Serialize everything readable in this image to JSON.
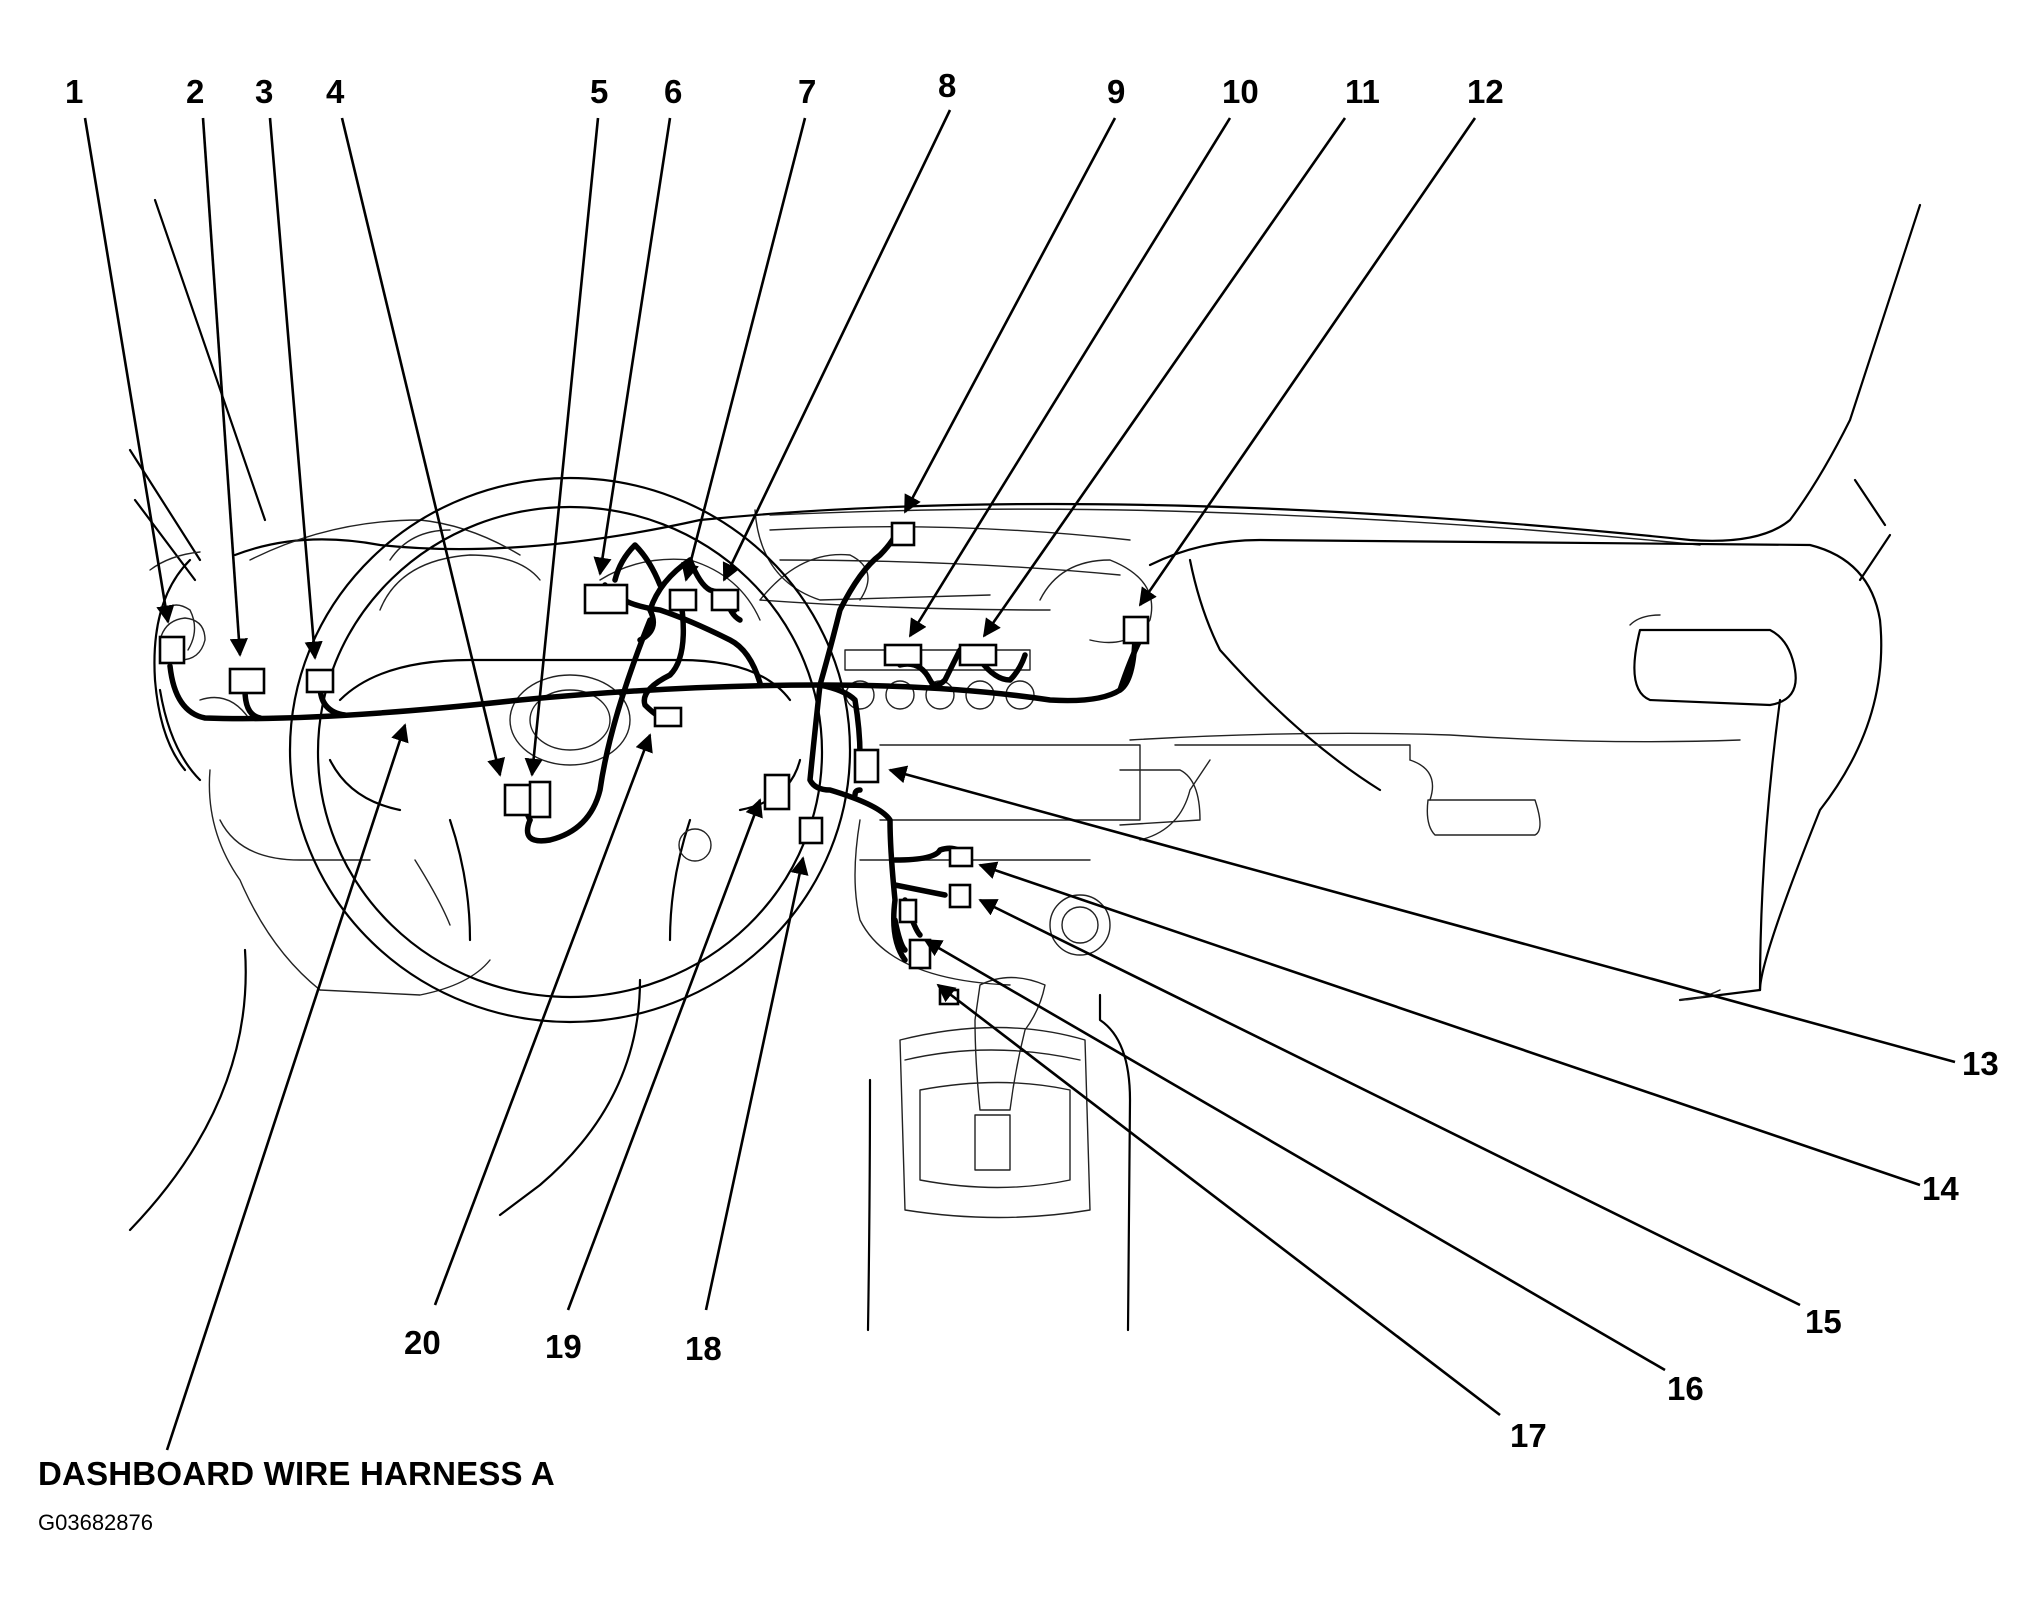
{
  "labels": {
    "n1": "1",
    "n2": "2",
    "n3": "3",
    "n4": "4",
    "n5": "5",
    "n6": "6",
    "n7": "7",
    "n8": "8",
    "n9": "9",
    "n10": "10",
    "n11": "11",
    "n12": "12",
    "n13": "13",
    "n14": "14",
    "n15": "15",
    "n16": "16",
    "n17": "17",
    "n18": "18",
    "n19": "19",
    "n20": "20"
  },
  "caption": "DASHBOARD WIRE HARNESS A",
  "figure_id": "G03682876"
}
